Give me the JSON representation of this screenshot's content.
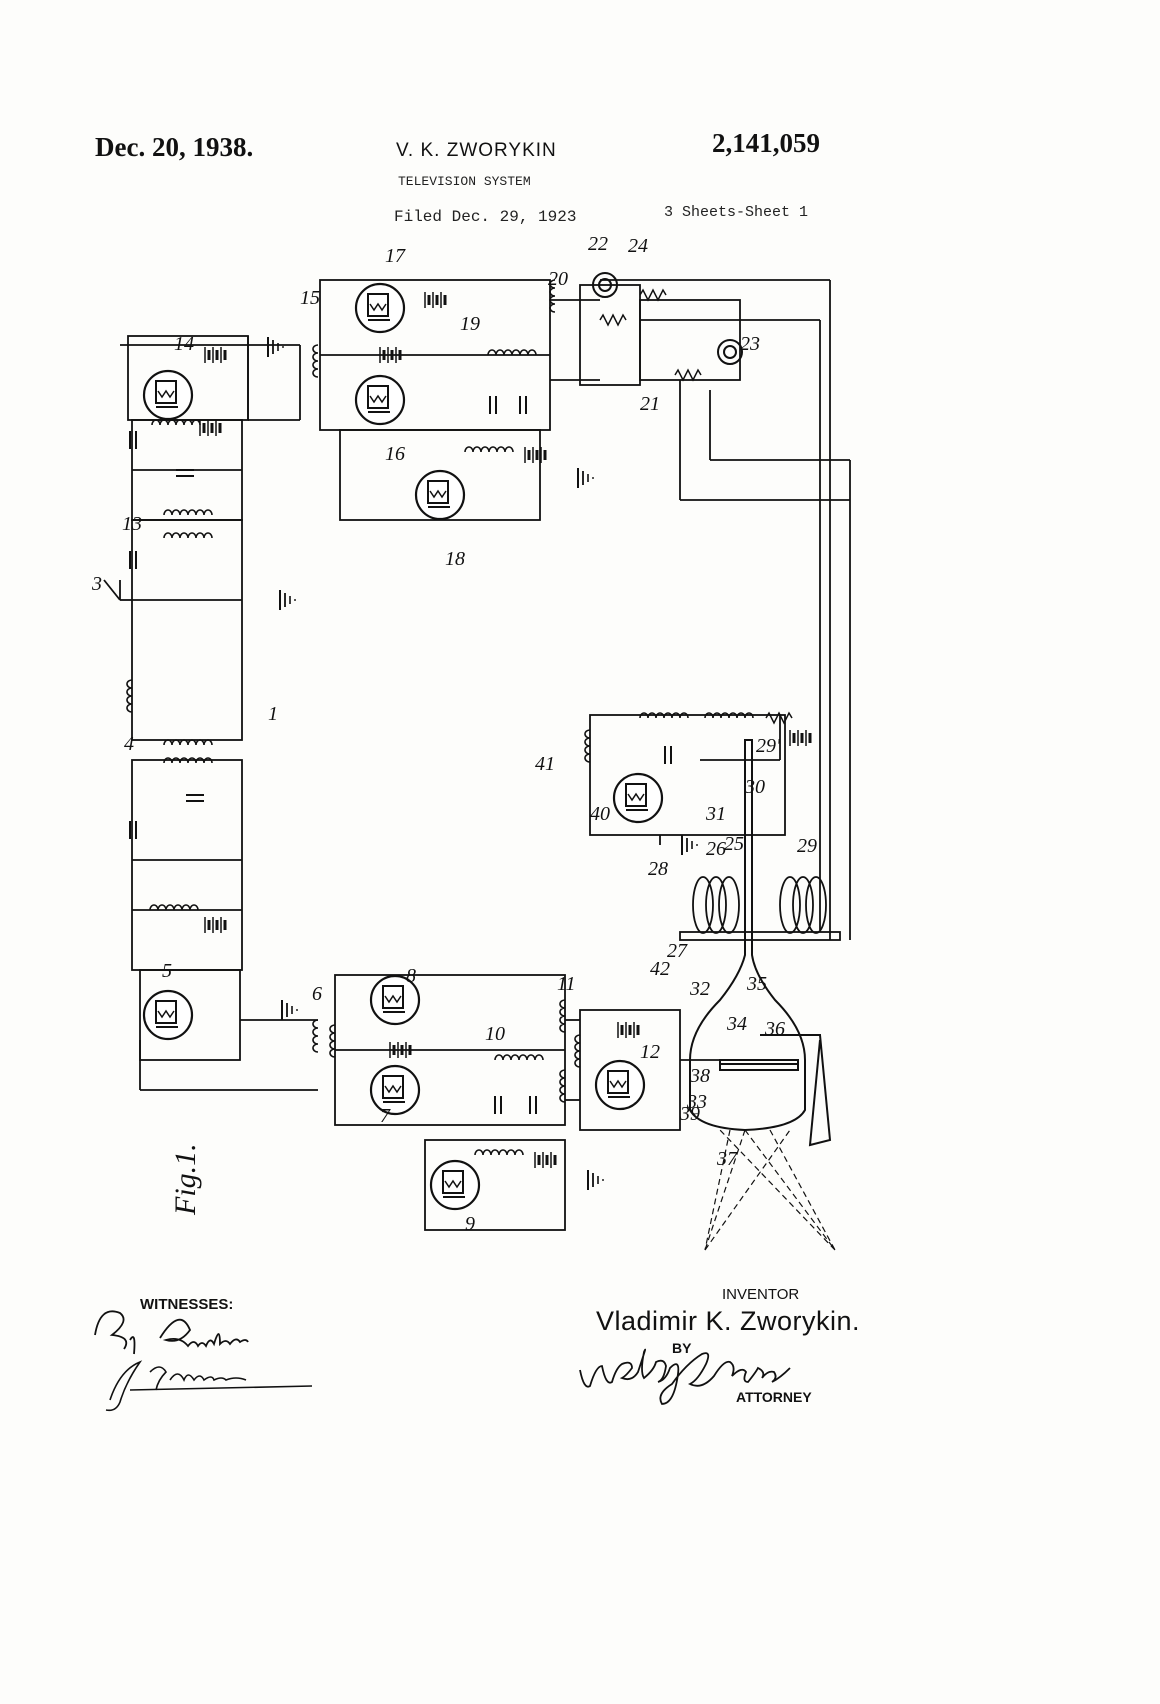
{
  "header": {
    "date": "Dec. 20, 1938.",
    "inventor_name": "V. K. ZWORYKIN",
    "patent_number": "2,141,059",
    "title": "TELEVISION SYSTEM",
    "filed": "Filed Dec. 29, 1923",
    "sheets": "3 Sheets-Sheet 1"
  },
  "figure": {
    "label": "Fig.1.",
    "reference_numerals": [
      "1",
      "3",
      "4",
      "5",
      "6",
      "7",
      "8",
      "9",
      "10",
      "11",
      "12",
      "13",
      "14",
      "15",
      "16",
      "17",
      "18",
      "19",
      "20",
      "21",
      "22",
      "23",
      "24",
      "25",
      "26",
      "27",
      "28",
      "29",
      "29'",
      "30",
      "31",
      "32",
      "33",
      "34",
      "35",
      "36",
      "37",
      "38",
      "39",
      "40",
      "41",
      "42"
    ]
  },
  "footer": {
    "witnesses_label": "WITNESSES:",
    "witness_signature_1": "R. J. Butler.",
    "witness_signature_2": "J.E. Gardner",
    "inventor_label": "INVENTOR",
    "inventor_full_name": "Vladimir K. Zworykin.",
    "by_label": "BY",
    "attorney_signature": "Wesley G. Carr",
    "attorney_label": "ATTORNEY"
  }
}
